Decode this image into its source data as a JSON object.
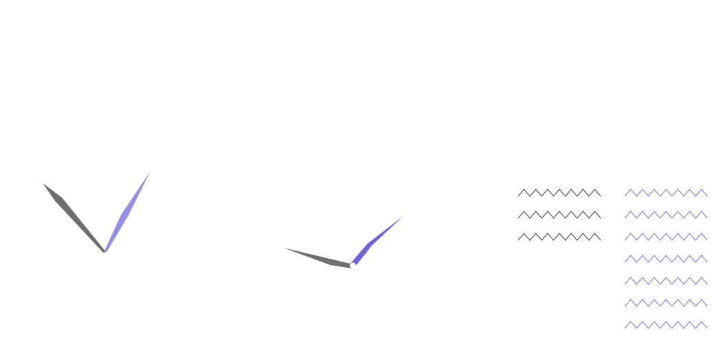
{
  "colors": {
    "background": "#ffffff",
    "hour_hand": "#6e6e6e",
    "minute_hand_light": "#968ee6",
    "minute_hand_strong": "#6f63df",
    "pivot": "#ffffff",
    "wave_dark": "#3a3a3a",
    "wave_blue": "#7b72d8"
  },
  "clock_left": {
    "hour_hand_icon": "hour-hand-icon",
    "minute_hand_icon": "minute-hand-icon"
  },
  "clock_right": {
    "hour_hand_icon": "hour-hand-icon",
    "minute_hand_icon": "minute-hand-icon",
    "pivot_icon": "pivot-dot-icon"
  },
  "zigzag_groups": [
    {
      "name": "dark-zigzag-group",
      "count": 3,
      "color_key": "wave_dark"
    },
    {
      "name": "blue-zigzag-group",
      "count": 7,
      "color_key": "wave_blue"
    }
  ]
}
